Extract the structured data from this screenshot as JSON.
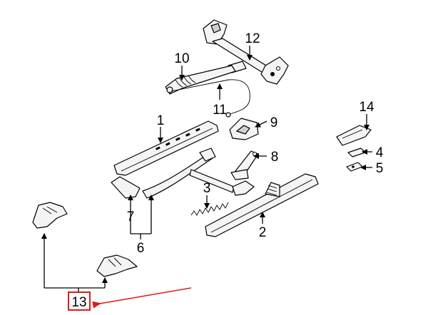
{
  "callouts": {
    "c1": "1",
    "c2": "2",
    "c3": "3",
    "c4": "4",
    "c5": "5",
    "c6": "6",
    "c7": "7",
    "c8": "8",
    "c9": "9",
    "c10": "10",
    "c11": "11",
    "c12": "12",
    "c13": "13",
    "c14": "14"
  },
  "colors": {
    "line": "#000000",
    "highlight": "#e0191b",
    "background": "#ffffff"
  }
}
